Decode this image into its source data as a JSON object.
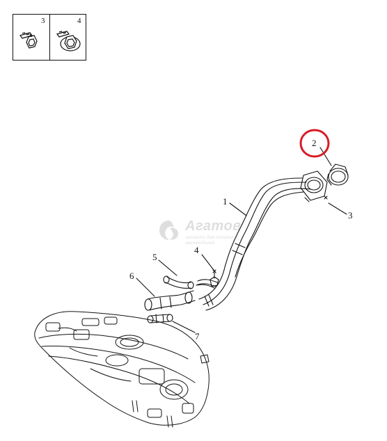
{
  "legend": {
    "left_num": "3",
    "right_num": "4"
  },
  "watermark": {
    "title": "Агатов",
    "sub1": "запчасти для китайских",
    "sub2": "автомобилей"
  },
  "callouts": {
    "c1": "1",
    "c2": "2",
    "c3": "3",
    "c4": "4",
    "c5": "5",
    "c6": "6",
    "c7": "7"
  },
  "colors": {
    "line": "#111111",
    "highlight": "#d81b25",
    "watermark": "#8a8a8a"
  }
}
